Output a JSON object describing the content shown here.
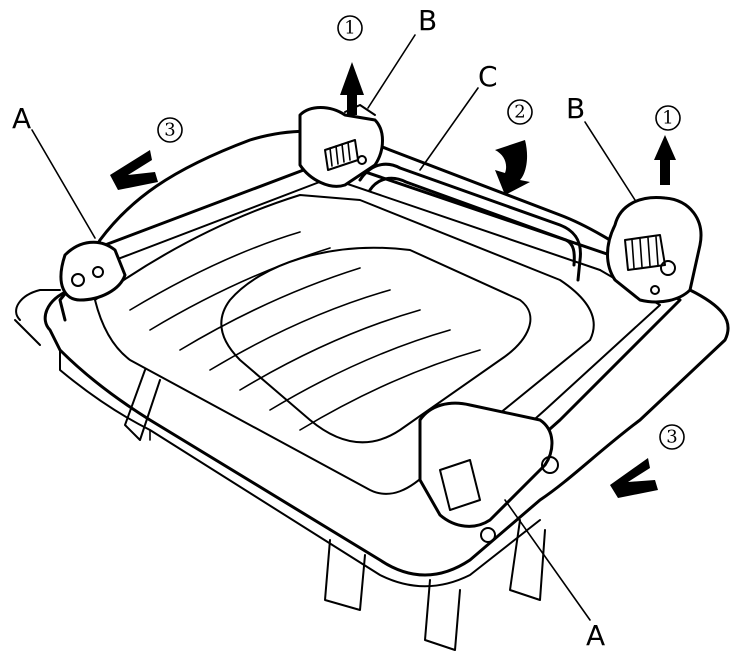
{
  "callouts": {
    "a_left": "A",
    "a_right": "A",
    "b_left": "B",
    "b_right": "B",
    "c": "C"
  },
  "steps": {
    "one_left": "1",
    "one_right": "1",
    "two": "2",
    "three_left": "3",
    "three_right": "3"
  }
}
